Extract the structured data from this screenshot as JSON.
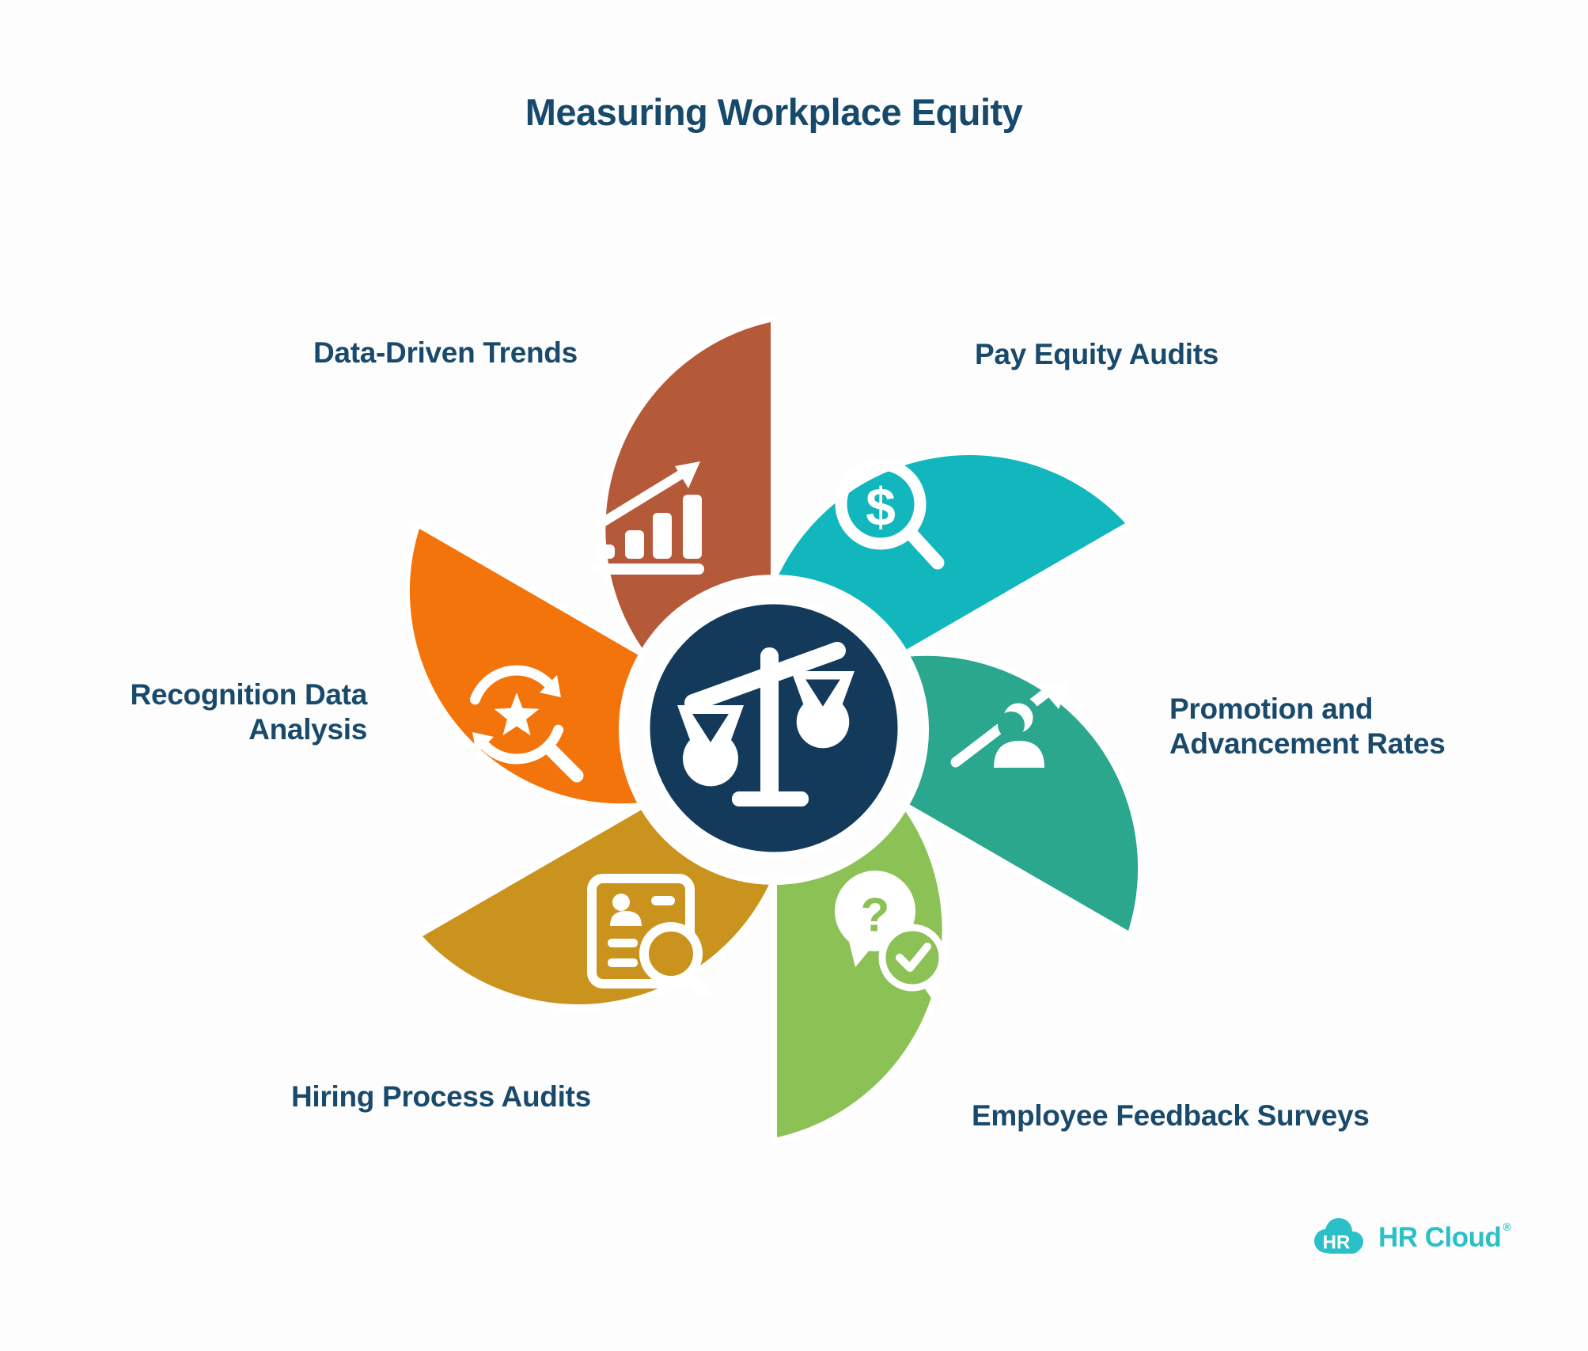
{
  "title": "Measuring Workplace Equity",
  "title_color": "#17496b",
  "background_color": "#fdfdfd",
  "wheel": {
    "center_icon": "balance-scale",
    "center_color": "#143a5b",
    "ring_color": "#ffffff",
    "segments": [
      {
        "id": "data-driven-trends",
        "label": "Data-Driven Trends",
        "icon": "bar-chart-rising-arrow",
        "color": "#b55a39"
      },
      {
        "id": "pay-equity-audits",
        "label": "Pay Equity Audits",
        "icon": "dollar-magnifier",
        "color": "#11b7bd"
      },
      {
        "id": "promotion-advancement-rates",
        "label": "Promotion and\nAdvancement Rates",
        "icon": "person-rising-arrow",
        "color": "#2ba78e"
      },
      {
        "id": "employee-feedback-surveys",
        "label": "Employee Feedback Surveys",
        "icon": "question-check-chat-bubbles",
        "color": "#8cc156"
      },
      {
        "id": "hiring-process-audits",
        "label": "Hiring Process Audits",
        "icon": "resume-magnifier",
        "color": "#c9931d"
      },
      {
        "id": "recognition-data-analysis",
        "label": "Recognition Data\nAnalysis",
        "icon": "star-cycle-magnifier",
        "color": "#f4740c"
      }
    ]
  },
  "glyphs": {
    "dollar": "$",
    "question": "?"
  },
  "logo": {
    "badge": "HR",
    "name": "HR Cloud",
    "reg_mark": "®",
    "color": "#2bc0c7"
  }
}
